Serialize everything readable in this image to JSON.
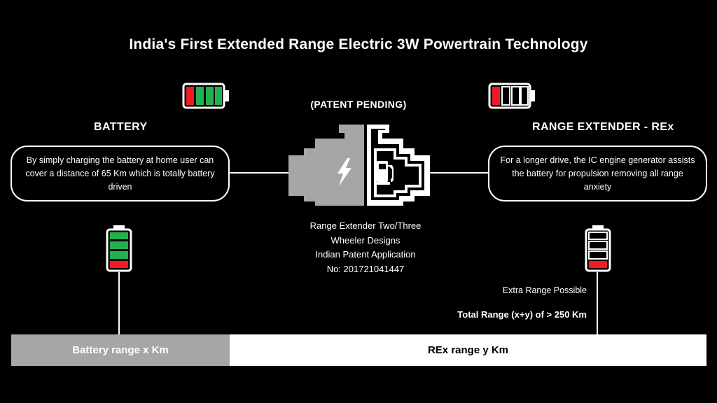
{
  "title": "India's First Extended Range Electric 3W Powertrain Technology",
  "patent_pending": "(PATENT PENDING)",
  "battery": {
    "heading": "BATTERY",
    "description": "By simply charging the battery at home user can cover a distance of 65 Km which is totally battery driven"
  },
  "rex": {
    "heading": "RANGE EXTENDER - REx",
    "description": "For a longer drive, the IC engine generator assists the battery for propulsion removing all range anxiety"
  },
  "center": {
    "line1": "Range Extender Two/Three",
    "line2": "Wheeler Designs",
    "line3": "Indian Patent Application",
    "line4": "No: 201721041447"
  },
  "extra_range": "Extra Range Possible",
  "total_range": "Total Range (x+y) of > 250 Km",
  "range_bar": {
    "battery_label": "Battery range x Km",
    "rex_label": "REx range y Km"
  },
  "battery_icons": {
    "top_left": {
      "cells_filled": 3,
      "cells_total": 4
    },
    "top_right": {
      "cells_filled": 0,
      "cells_total": 4
    },
    "bottom_left": {
      "cells_filled": 3,
      "cells_total": 4
    },
    "bottom_right": {
      "cells_filled": 0,
      "cells_total": 4
    }
  },
  "colors": {
    "background": "#000000",
    "cell_green": "#22b14c",
    "cell_red": "#ed1c24",
    "battery_bar": "#a6a6a6",
    "engine_grey": "#a6a6a6"
  }
}
